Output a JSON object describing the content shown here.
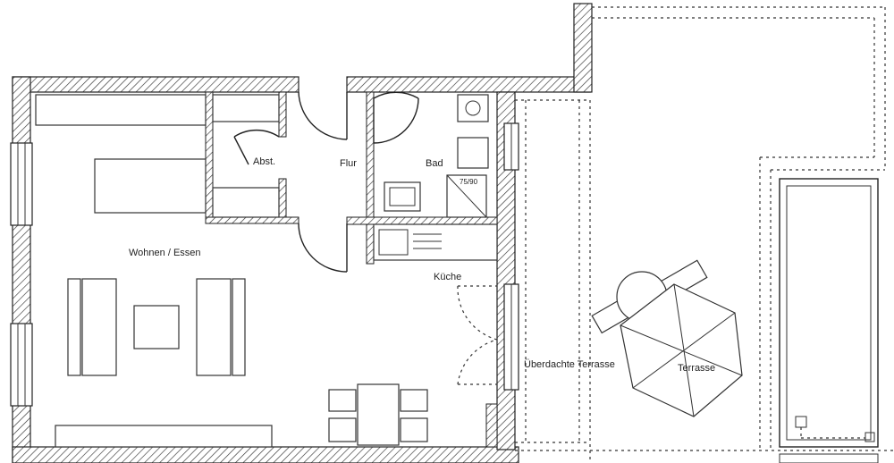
{
  "rooms": {
    "living": "Wohnen / Essen",
    "storage": "Abst.",
    "hall": "Flur",
    "bath": "Bad",
    "shower_size": "75/90",
    "kitchen": "Küche",
    "covered_terrace": "Überdachte Terrasse",
    "terrace": "Terrasse"
  }
}
